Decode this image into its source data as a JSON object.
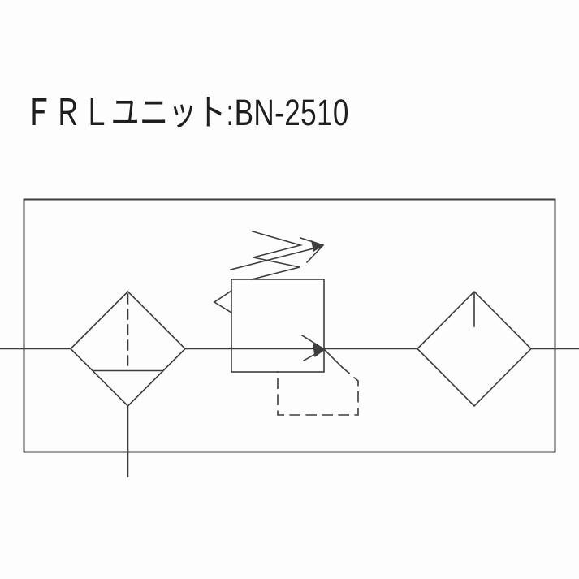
{
  "page": {
    "background_color": "#fdfdfd",
    "line_color": "#3d3d3d",
    "text_color": "#1e1e1e"
  },
  "title": {
    "text": "ＦＲＬユニット:BN-2510"
  },
  "diagram": {
    "kind": "pneumatic-circuit-schematic",
    "components": [
      "filter",
      "regulator",
      "lubricator"
    ]
  }
}
